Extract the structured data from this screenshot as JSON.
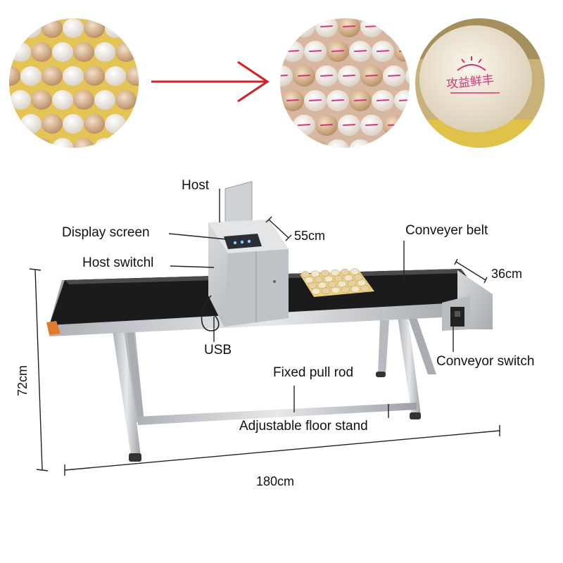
{
  "labels": {
    "host": "Host",
    "display_screen": "Display screen",
    "host_switch": "Host switchl",
    "usb": "USB",
    "conveyer_belt": "Conveyer belt",
    "conveyor_switch": "Conveyor switch",
    "fixed_pull_rod": "Fixed pull rod",
    "adjustable_floor_stand": "Adjustable floor stand"
  },
  "dimensions": {
    "depth": "55cm",
    "width": "36cm",
    "height": "72cm",
    "length": "180cm"
  },
  "egg_print": {
    "logo_text": "攻益鲜丰"
  },
  "colors": {
    "arrow": "#d42020",
    "steel": "#c9ccd0",
    "belt": "#1b1b1b",
    "tray": "#e8d27a",
    "ink": "#d2367a"
  }
}
